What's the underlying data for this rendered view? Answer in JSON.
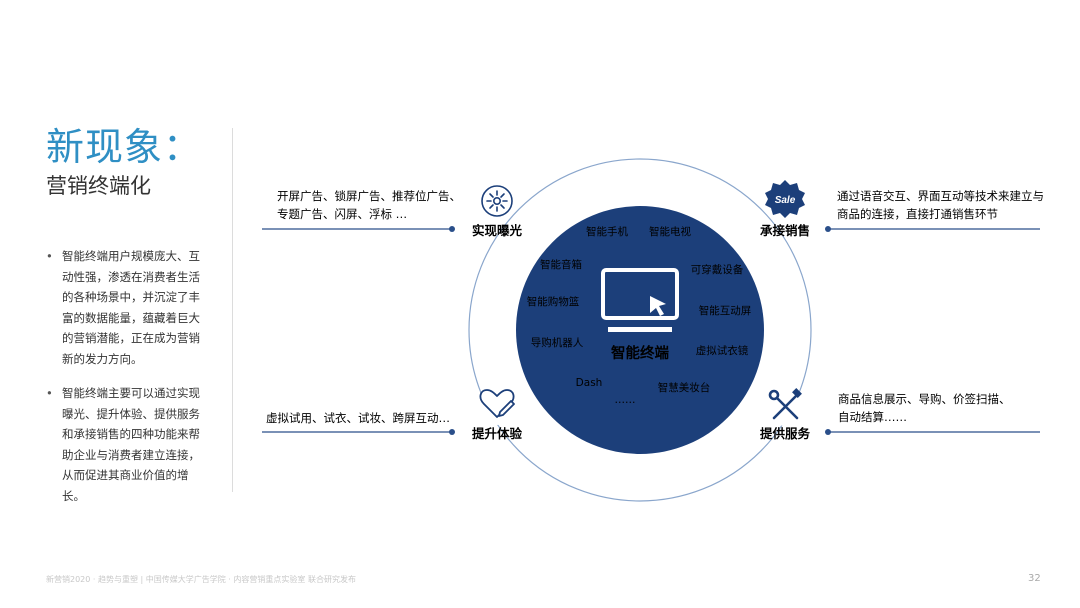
{
  "header": {
    "title": "新现象：",
    "subtitle": "营销终端化"
  },
  "bullets": [
    "智能终端用户规模庞大、互动性强，渗透在消费者生活的各种场景中，并沉淀了丰富的数据能量，蕴藏着巨大的营销潜能，正在成为营销新的发力方向。",
    "智能终端主要可以通过实现曝光、提升体验、提供服务和承接销售的四种功能来帮助企业与消费者建立连接，从而促进其商业价值的增长。"
  ],
  "diagram": {
    "center_label": "智能终端",
    "devices": [
      "智能手机",
      "智能电视",
      "智能音箱",
      "可穿戴设备",
      "智能购物篮",
      "智能互动屏",
      "导购机器人",
      "虚拟试衣镜",
      "Dash",
      "智慧美妆台",
      "……"
    ],
    "functions": {
      "exposure": {
        "label": "实现曝光",
        "desc_line1": "开屏广告、锁屏广告、推荐位广告、",
        "desc_line2": "专题广告、闪屏、浮标 …",
        "icon": "sparkle-icon"
      },
      "sales": {
        "label": "承接销售",
        "desc_line1": "通过语音交互、界面互动等技术来建立与",
        "desc_line2": "商品的连接，直接打通销售环节",
        "icon": "sale-badge-icon",
        "badge_text": "Sale"
      },
      "experience": {
        "label": "提升体验",
        "desc_line1": "虚拟试用、试衣、试妆、跨屏互动…",
        "icon": "heart-pen-icon"
      },
      "service": {
        "label": "提供服务",
        "desc_line1": "商品信息展示、导购、价签扫描、",
        "desc_line2": "自动结算……",
        "icon": "tools-icon"
      }
    }
  },
  "footer": {
    "text": "新营销2020 · 趋势与重塑 | 中国传媒大学广告学院 · 内容营销重点实验室 联合研究发布",
    "page_number": "32"
  },
  "colors": {
    "title": "#2f8fc4",
    "navy": "#1c3f7a",
    "line": "#2a4f8a"
  }
}
